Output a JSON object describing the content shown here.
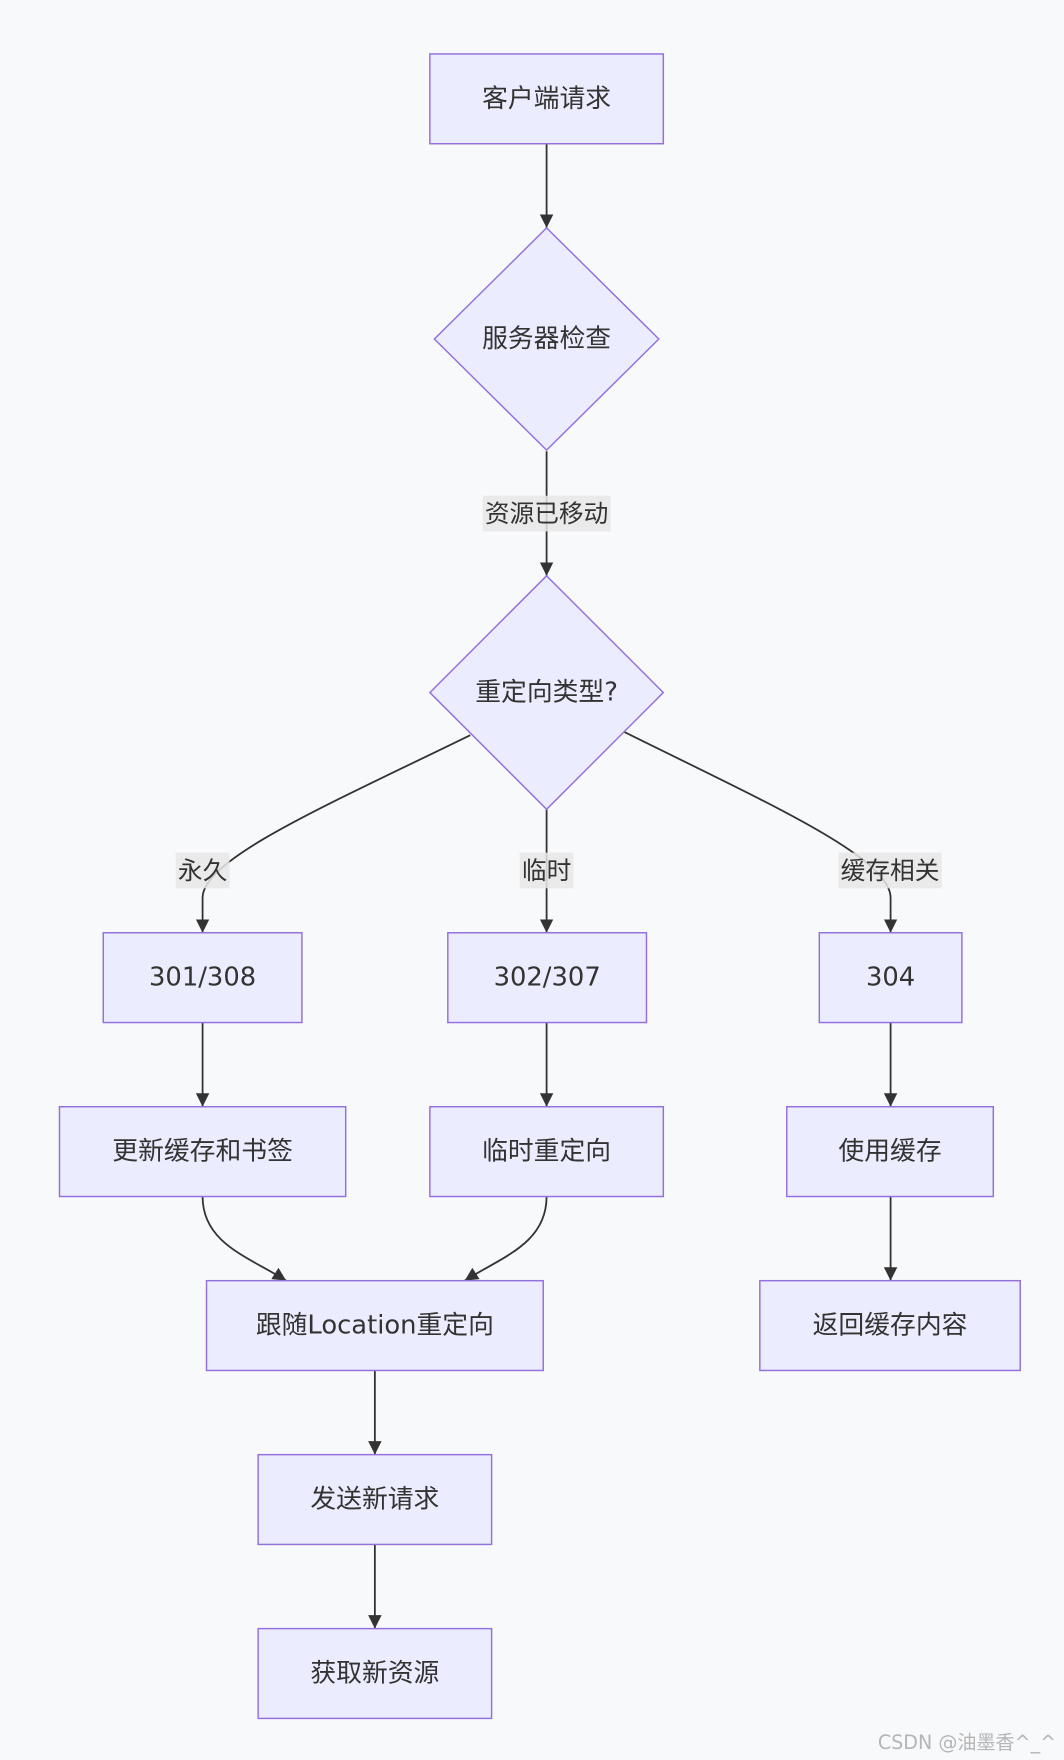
{
  "diagram": {
    "nodes": {
      "client_request": "客户端请求",
      "server_check": "服务器检查",
      "redirect_type": "重定向类型?",
      "code_301_308": "301/308",
      "code_302_307": "302/307",
      "code_304": "304",
      "update_cache_and_bookmarks": "更新缓存和书签",
      "temporary_redirect": "临时重定向",
      "use_cache": "使用缓存",
      "follow_location_redirect": "跟随Location重定向",
      "return_cached_content": "返回缓存内容",
      "send_new_request": "发送新请求",
      "fetch_new_resource": "获取新资源"
    },
    "edge_labels": {
      "resource_moved": "资源已移动",
      "permanent": "永久",
      "temporary": "临时",
      "cache_related": "缓存相关"
    }
  },
  "watermark": "CSDN @油墨香^_^",
  "colors": {
    "background": "#f8f9fb",
    "node_fill": "#ECECFF",
    "node_stroke": "#9370DB",
    "edge": "#333333",
    "edge_label_bg": "#e8e8e8",
    "text": "#333333",
    "watermark": "#b5b5b5"
  }
}
